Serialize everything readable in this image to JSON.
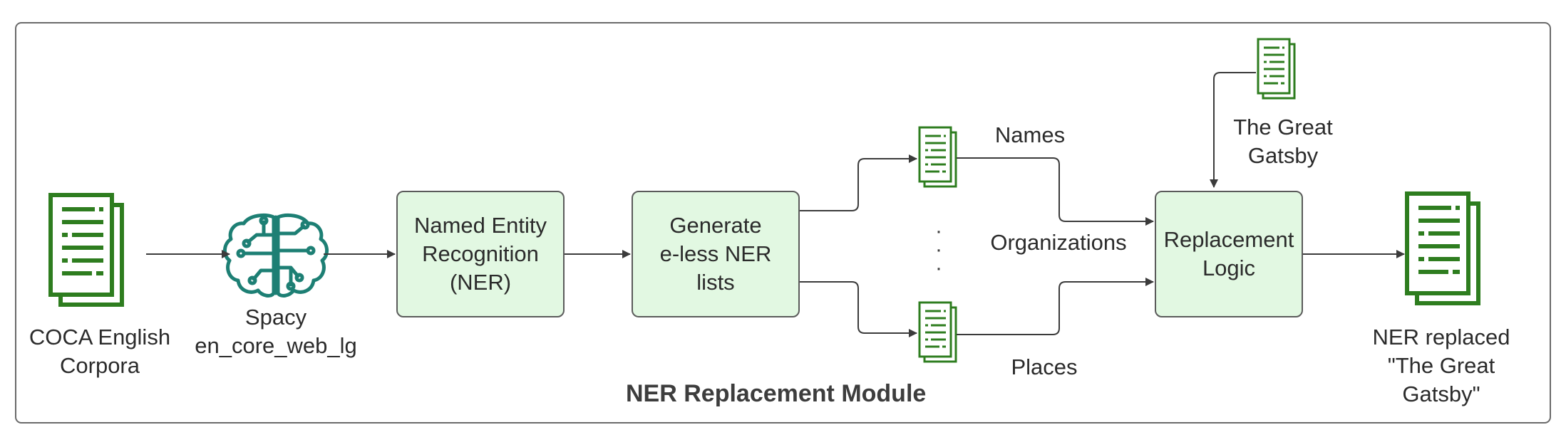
{
  "module_title": "NER Replacement Module",
  "source": {
    "line1": "COCA English",
    "line2": "Corpora",
    "icon": "document-stack-icon"
  },
  "spacy": {
    "line1": "Spacy",
    "line2": "en_core_web_lg",
    "icon": "brain-circuit-icon"
  },
  "ner_box": {
    "line1": "Named Entity",
    "line2": "Recognition",
    "line3": "(NER)"
  },
  "generate_box": {
    "line1": "Generate",
    "line2": "e-less NER",
    "line3": "lists"
  },
  "lists": {
    "names": "Names",
    "organizations": "Organizations",
    "places": "Places",
    "ellipsis": "·\n·\n·"
  },
  "gatsby_input": {
    "line1": "The Great",
    "line2": "Gatsby"
  },
  "replacement_box": {
    "line1": "Replacement",
    "line2": "Logic"
  },
  "output": {
    "line1": "NER replaced",
    "line2": "\"The Great",
    "line3": "Gatsby\""
  },
  "colors": {
    "green": "#2e7d1f",
    "teal": "#1d7f74",
    "box_fill": "#e2f8e2",
    "line": "#3b3b3b"
  }
}
